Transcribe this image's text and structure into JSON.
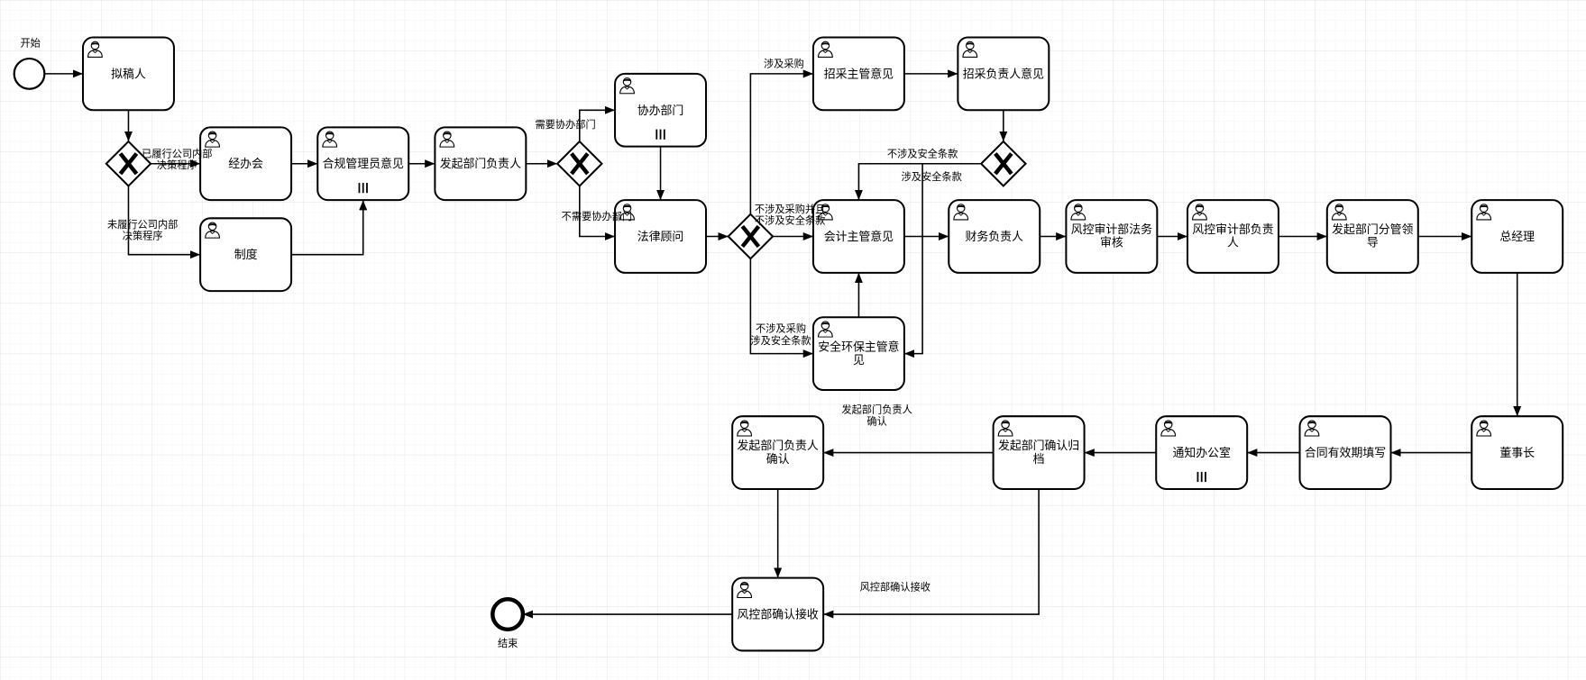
{
  "colors": {
    "stroke": "#000000",
    "shape_fill": "#ffffff",
    "canvas": "#ffffff",
    "grid_line": "#ebebeb"
  },
  "events": {
    "start": {
      "label": "开始"
    },
    "end": {
      "label": "结束"
    }
  },
  "tasks": {
    "draft": {
      "label": [
        "拟稿人"
      ],
      "icon": "user-icon"
    },
    "handling": {
      "label": [
        "经办会"
      ],
      "icon": "user-icon"
    },
    "system": {
      "label": [
        "制度"
      ],
      "icon": "user-icon"
    },
    "compliance": {
      "label": [
        "合规管理员意见"
      ],
      "icon": "user-icon",
      "marker": "parallel-multi-instance-icon"
    },
    "dept_head": {
      "label": [
        "发起部门负责人"
      ],
      "icon": "user-icon"
    },
    "co_dept": {
      "label": [
        "协办部门"
      ],
      "icon": "user-icon",
      "marker": "parallel-multi-instance-icon"
    },
    "legal": {
      "label": [
        "法律顾问"
      ],
      "icon": "user-icon"
    },
    "proc_supervisor": {
      "label": [
        "招采主管意见"
      ],
      "icon": "user-icon"
    },
    "proc_head": {
      "label": [
        "招采负责人意见"
      ],
      "icon": "user-icon"
    },
    "accounting": {
      "label": [
        "会计主管意见"
      ],
      "icon": "user-icon"
    },
    "safety": {
      "label": [
        "安全环保主管意",
        "见"
      ],
      "icon": "user-icon"
    },
    "finance_head": {
      "label": [
        "财务负责人"
      ],
      "icon": "user-icon"
    },
    "risk_legal": {
      "label": [
        "风控审计部法务",
        "审核"
      ],
      "icon": "user-icon"
    },
    "risk_head": {
      "label": [
        "风控审计部负责",
        "人"
      ],
      "icon": "user-icon"
    },
    "dept_leader": {
      "label": [
        "发起部门分管领",
        "导"
      ],
      "icon": "user-icon"
    },
    "gm": {
      "label": [
        "总经理"
      ],
      "icon": "user-icon"
    },
    "chairman": {
      "label": [
        "董事长"
      ],
      "icon": "user-icon"
    },
    "validity": {
      "label": [
        "合同有效期填写"
      ],
      "icon": "user-icon"
    },
    "notify_office": {
      "label": [
        "通知办公室"
      ],
      "icon": "user-icon",
      "marker": "parallel-multi-instance-icon"
    },
    "dept_archive": {
      "label": [
        "发起部门确认归",
        "档"
      ],
      "icon": "user-icon"
    },
    "dept_head_confirm": {
      "label": [
        "发起部门负责人",
        "确认"
      ],
      "icon": "user-icon"
    },
    "risk_receive": {
      "label": [
        "风控部确认接收"
      ],
      "icon": "user-icon"
    }
  },
  "gateways": {
    "procedure_check": {
      "icon": "exclusive-gateway-x-icon"
    },
    "co_dept_check": {
      "icon": "exclusive-gateway-x-icon"
    },
    "procurement_check": {
      "icon": "exclusive-gateway-x-icon"
    },
    "safety_check": {
      "icon": "exclusive-gateway-x-icon"
    }
  },
  "flow_labels": {
    "performed_procedure": [
      "已履行公司内部",
      "决策程序"
    ],
    "not_performed_procedure": [
      "未履行公司内部",
      "决策程序"
    ],
    "needs_co_dept": [
      "需要协办部门"
    ],
    "no_co_dept": [
      "不需要协办部门"
    ],
    "involves_procurement": [
      "涉及采购"
    ],
    "no_procurement_no_safety": [
      "不涉及采购并且",
      "不涉及安全条款"
    ],
    "no_procurement_safety": [
      "不涉及采购",
      "涉及安全条款"
    ],
    "no_safety_clause": [
      "不涉及安全条款"
    ],
    "safety_clause": [
      "涉及安全条款"
    ]
  },
  "floating_labels": {
    "dept_head_confirm": [
      "发起部门负责人",
      "确认"
    ],
    "risk_receive": [
      "风控部确认接收"
    ]
  }
}
